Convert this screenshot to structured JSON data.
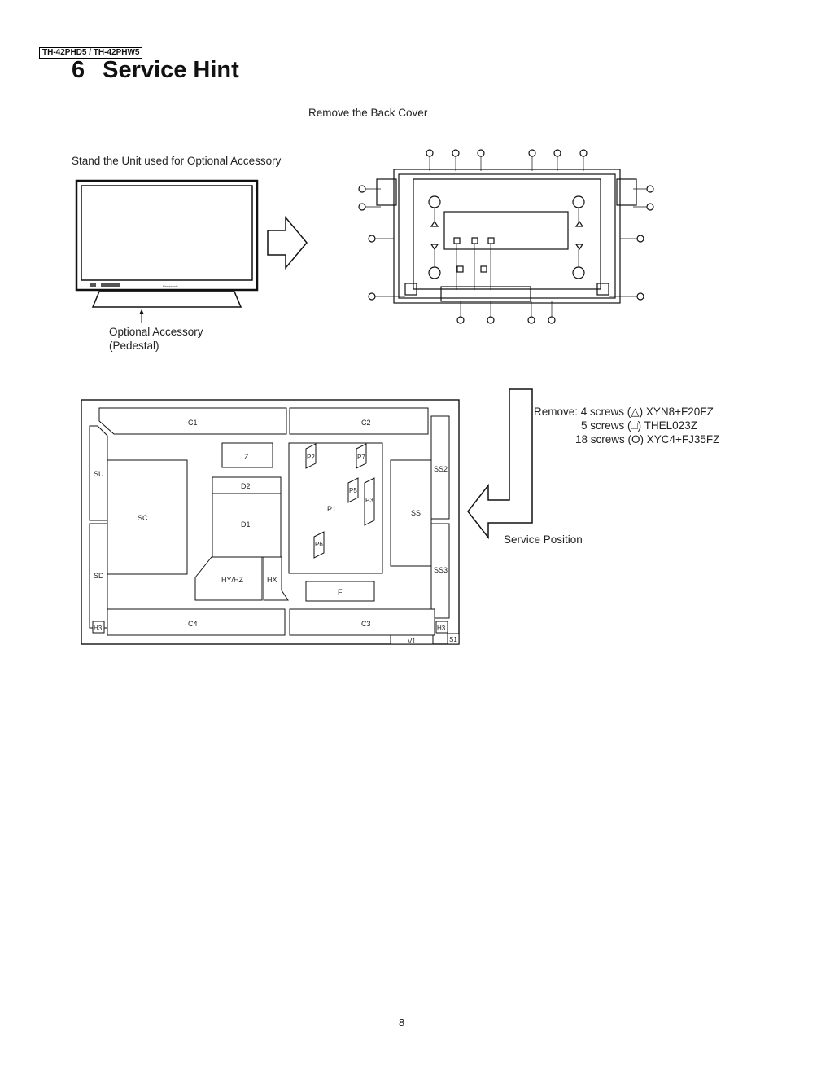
{
  "header": {
    "model": "TH-42PHD5 / TH-42PHW5"
  },
  "section": {
    "number": "6",
    "title": "Service Hint"
  },
  "captions": {
    "remove_back_cover": "Remove the Back Cover",
    "stand_unit": "Stand the Unit used for Optional Accessory",
    "optional_accessory": "Optional Accessory",
    "pedestal": "(Pedestal)",
    "service_position": "Service Position"
  },
  "screws": {
    "line1": "Remove: 4 screws (△) XYN8+F20FZ",
    "line2": "5 screws (□) THEL023Z",
    "line3": "18 screws (O) XYC4+FJ35FZ"
  },
  "boards": {
    "c1": "C1",
    "c2": "C2",
    "c3": "C3",
    "c4": "C4",
    "su": "SU",
    "sd": "SD",
    "sc": "SC",
    "z": "Z",
    "d2": "D2",
    "d1": "D1",
    "hyhz": "HY/HZ",
    "hx": "HX",
    "f": "F",
    "p1": "P1",
    "p2": "P2",
    "p3": "P3",
    "p5": "P5",
    "p6": "P6",
    "p7": "P7",
    "ss": "SS",
    "ss2": "SS2",
    "ss3": "SS3",
    "h3_left": "H3",
    "h3_right": "H3",
    "v1": "V1",
    "s1": "S1"
  },
  "tv": {
    "brand": "Panasonic"
  },
  "footer": {
    "page": "8"
  }
}
